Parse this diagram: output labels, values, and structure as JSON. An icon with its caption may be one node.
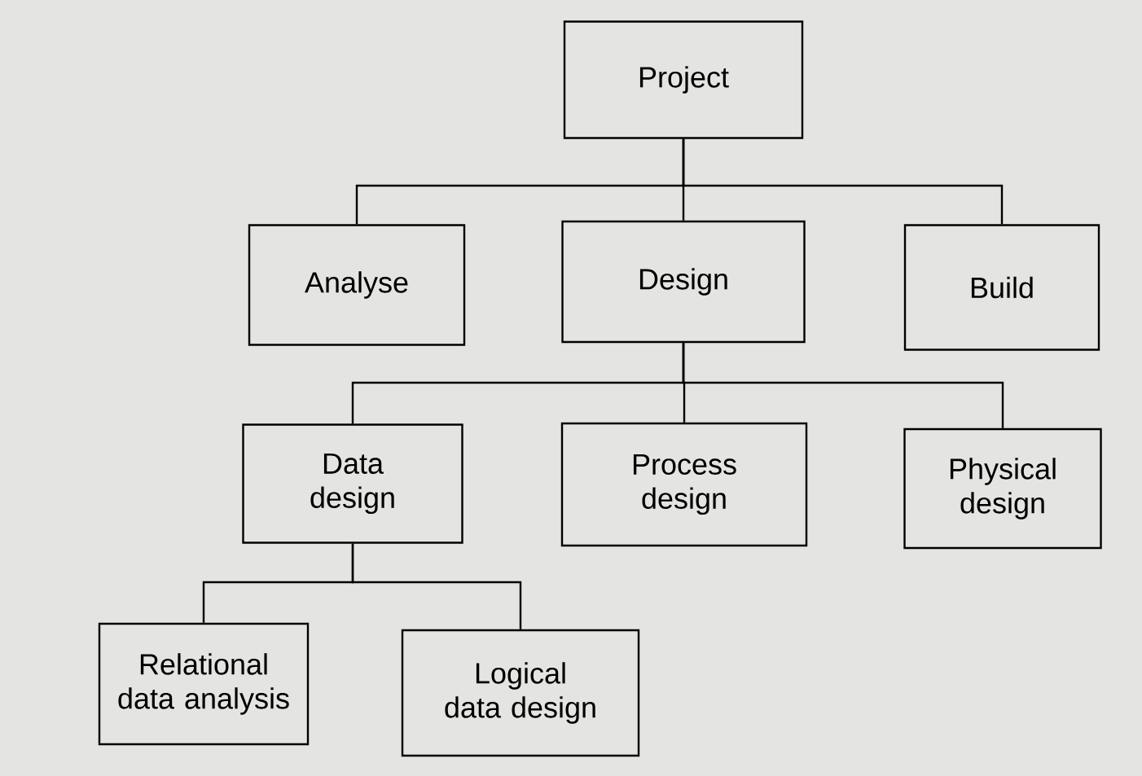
{
  "diagram": {
    "nodes": [
      {
        "text": [
          "Project"
        ]
      },
      {
        "text": [
          "Analyse"
        ]
      },
      {
        "text": [
          "Design"
        ]
      },
      {
        "text": [
          "Build"
        ]
      },
      {
        "text": [
          "Data design"
        ]
      },
      {
        "text": [
          "Process design"
        ]
      },
      {
        "text": [
          "Physical design"
        ]
      },
      {
        "text": [
          "Relational data analysis"
        ]
      },
      {
        "text": [
          "Logical data design"
        ]
      }
    ],
    "edges": [
      {
        "from": 0,
        "to": 1,
        "arrow": "none"
      },
      {
        "from": 0,
        "to": 2,
        "arrow": "none"
      },
      {
        "from": 0,
        "to": 3,
        "arrow": "none"
      },
      {
        "from": 2,
        "to": 4,
        "arrow": "none"
      },
      {
        "from": 2,
        "to": 5,
        "arrow": "none"
      },
      {
        "from": 2,
        "to": 6,
        "arrow": "none"
      },
      {
        "from": 4,
        "to": 7,
        "arrow": "none"
      },
      {
        "from": 4,
        "to": 8,
        "arrow": "none"
      }
    ]
  }
}
